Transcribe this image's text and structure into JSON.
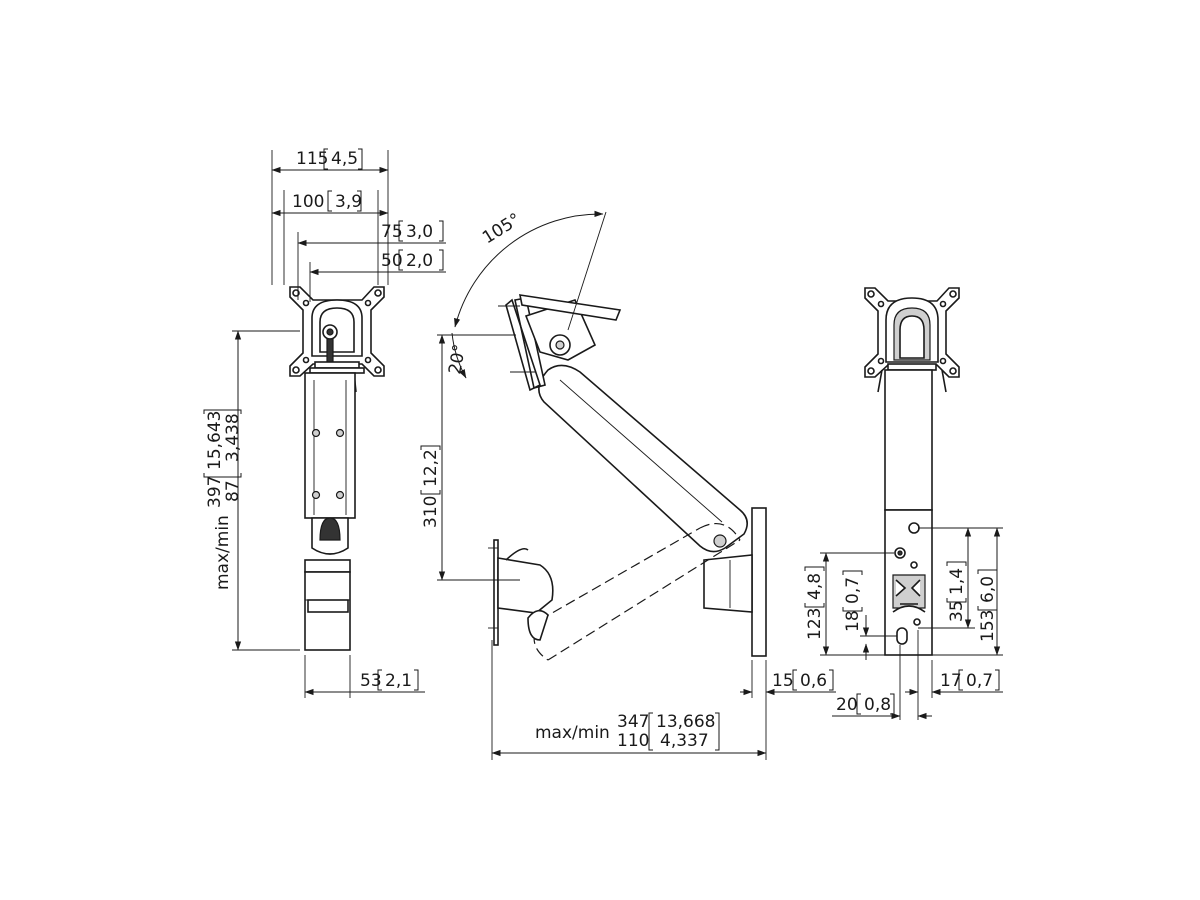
{
  "front_view": {
    "dim_115": "115",
    "dim_115_in": "4,5",
    "dim_100": "100",
    "dim_100_in": "3,9",
    "dim_75": "75",
    "dim_75_in": "3,0",
    "dim_50": "50",
    "dim_50_in": "2,0",
    "height_prefix": "max/min",
    "height_max": "397",
    "height_max_in": "15,643",
    "height_min": "87",
    "height_min_in": "3,438",
    "dim_53": "53",
    "dim_53_in": "2,1"
  },
  "side_view": {
    "tilt_up": "105°",
    "tilt_down": "20°",
    "dim_310": "310",
    "dim_310_in": "12,2",
    "reach_prefix": "max/min",
    "reach_max": "347",
    "reach_max_in": "13,668",
    "reach_min": "110",
    "reach_min_in": "4,337",
    "dim_15": "15",
    "dim_15_in": "0,6"
  },
  "rear_view": {
    "dim_123": "123",
    "dim_123_in": "4,8",
    "dim_18": "18",
    "dim_18_in": "0,7",
    "dim_35": "35",
    "dim_35_in": "1,4",
    "dim_153": "153",
    "dim_153_in": "6,0",
    "dim_17": "17",
    "dim_17_in": "0,7",
    "dim_20": "20",
    "dim_20_in": "0,8"
  }
}
